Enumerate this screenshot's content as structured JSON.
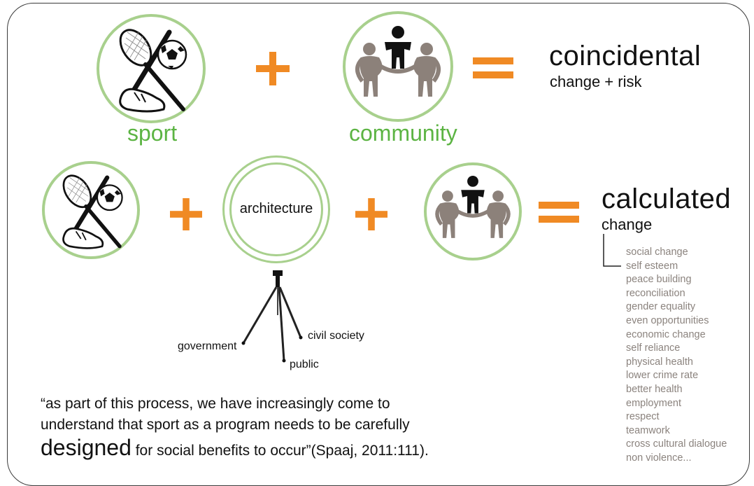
{
  "row1": {
    "left_label": "sport",
    "middle_label": "community",
    "result_title": "coincidental",
    "result_subtitle": "change + risk"
  },
  "row2": {
    "middle_label": "architecture",
    "result_title": "calculated",
    "result_subtitle": "change",
    "outcomes": [
      "social change",
      "self esteem",
      "peace building",
      "reconciliation",
      "gender equality",
      "even opportunities",
      "economic change",
      "self reliance",
      "physical health",
      "lower crime rate",
      "better health",
      "employment",
      "respect",
      "teamwork",
      "cross cultural dialogue",
      "non violence..."
    ]
  },
  "tripod": {
    "left": "government",
    "right": "civil society",
    "bottom": "public"
  },
  "quote": {
    "line1": "“as part of this process, we have increasingly come to",
    "line2": "understand that sport as a program needs to be carefully",
    "emphasis": "designed",
    "line3_rest": " for social benefits to occur”",
    "citation": "(Spaaj, 2011:111)."
  },
  "colors": {
    "green_circle": "#a8d08d",
    "green_text": "#5cb443",
    "orange": "#f08a24",
    "figure_gray": "#8c817a",
    "figure_dark": "#111111",
    "list_gray": "#8b837e"
  }
}
